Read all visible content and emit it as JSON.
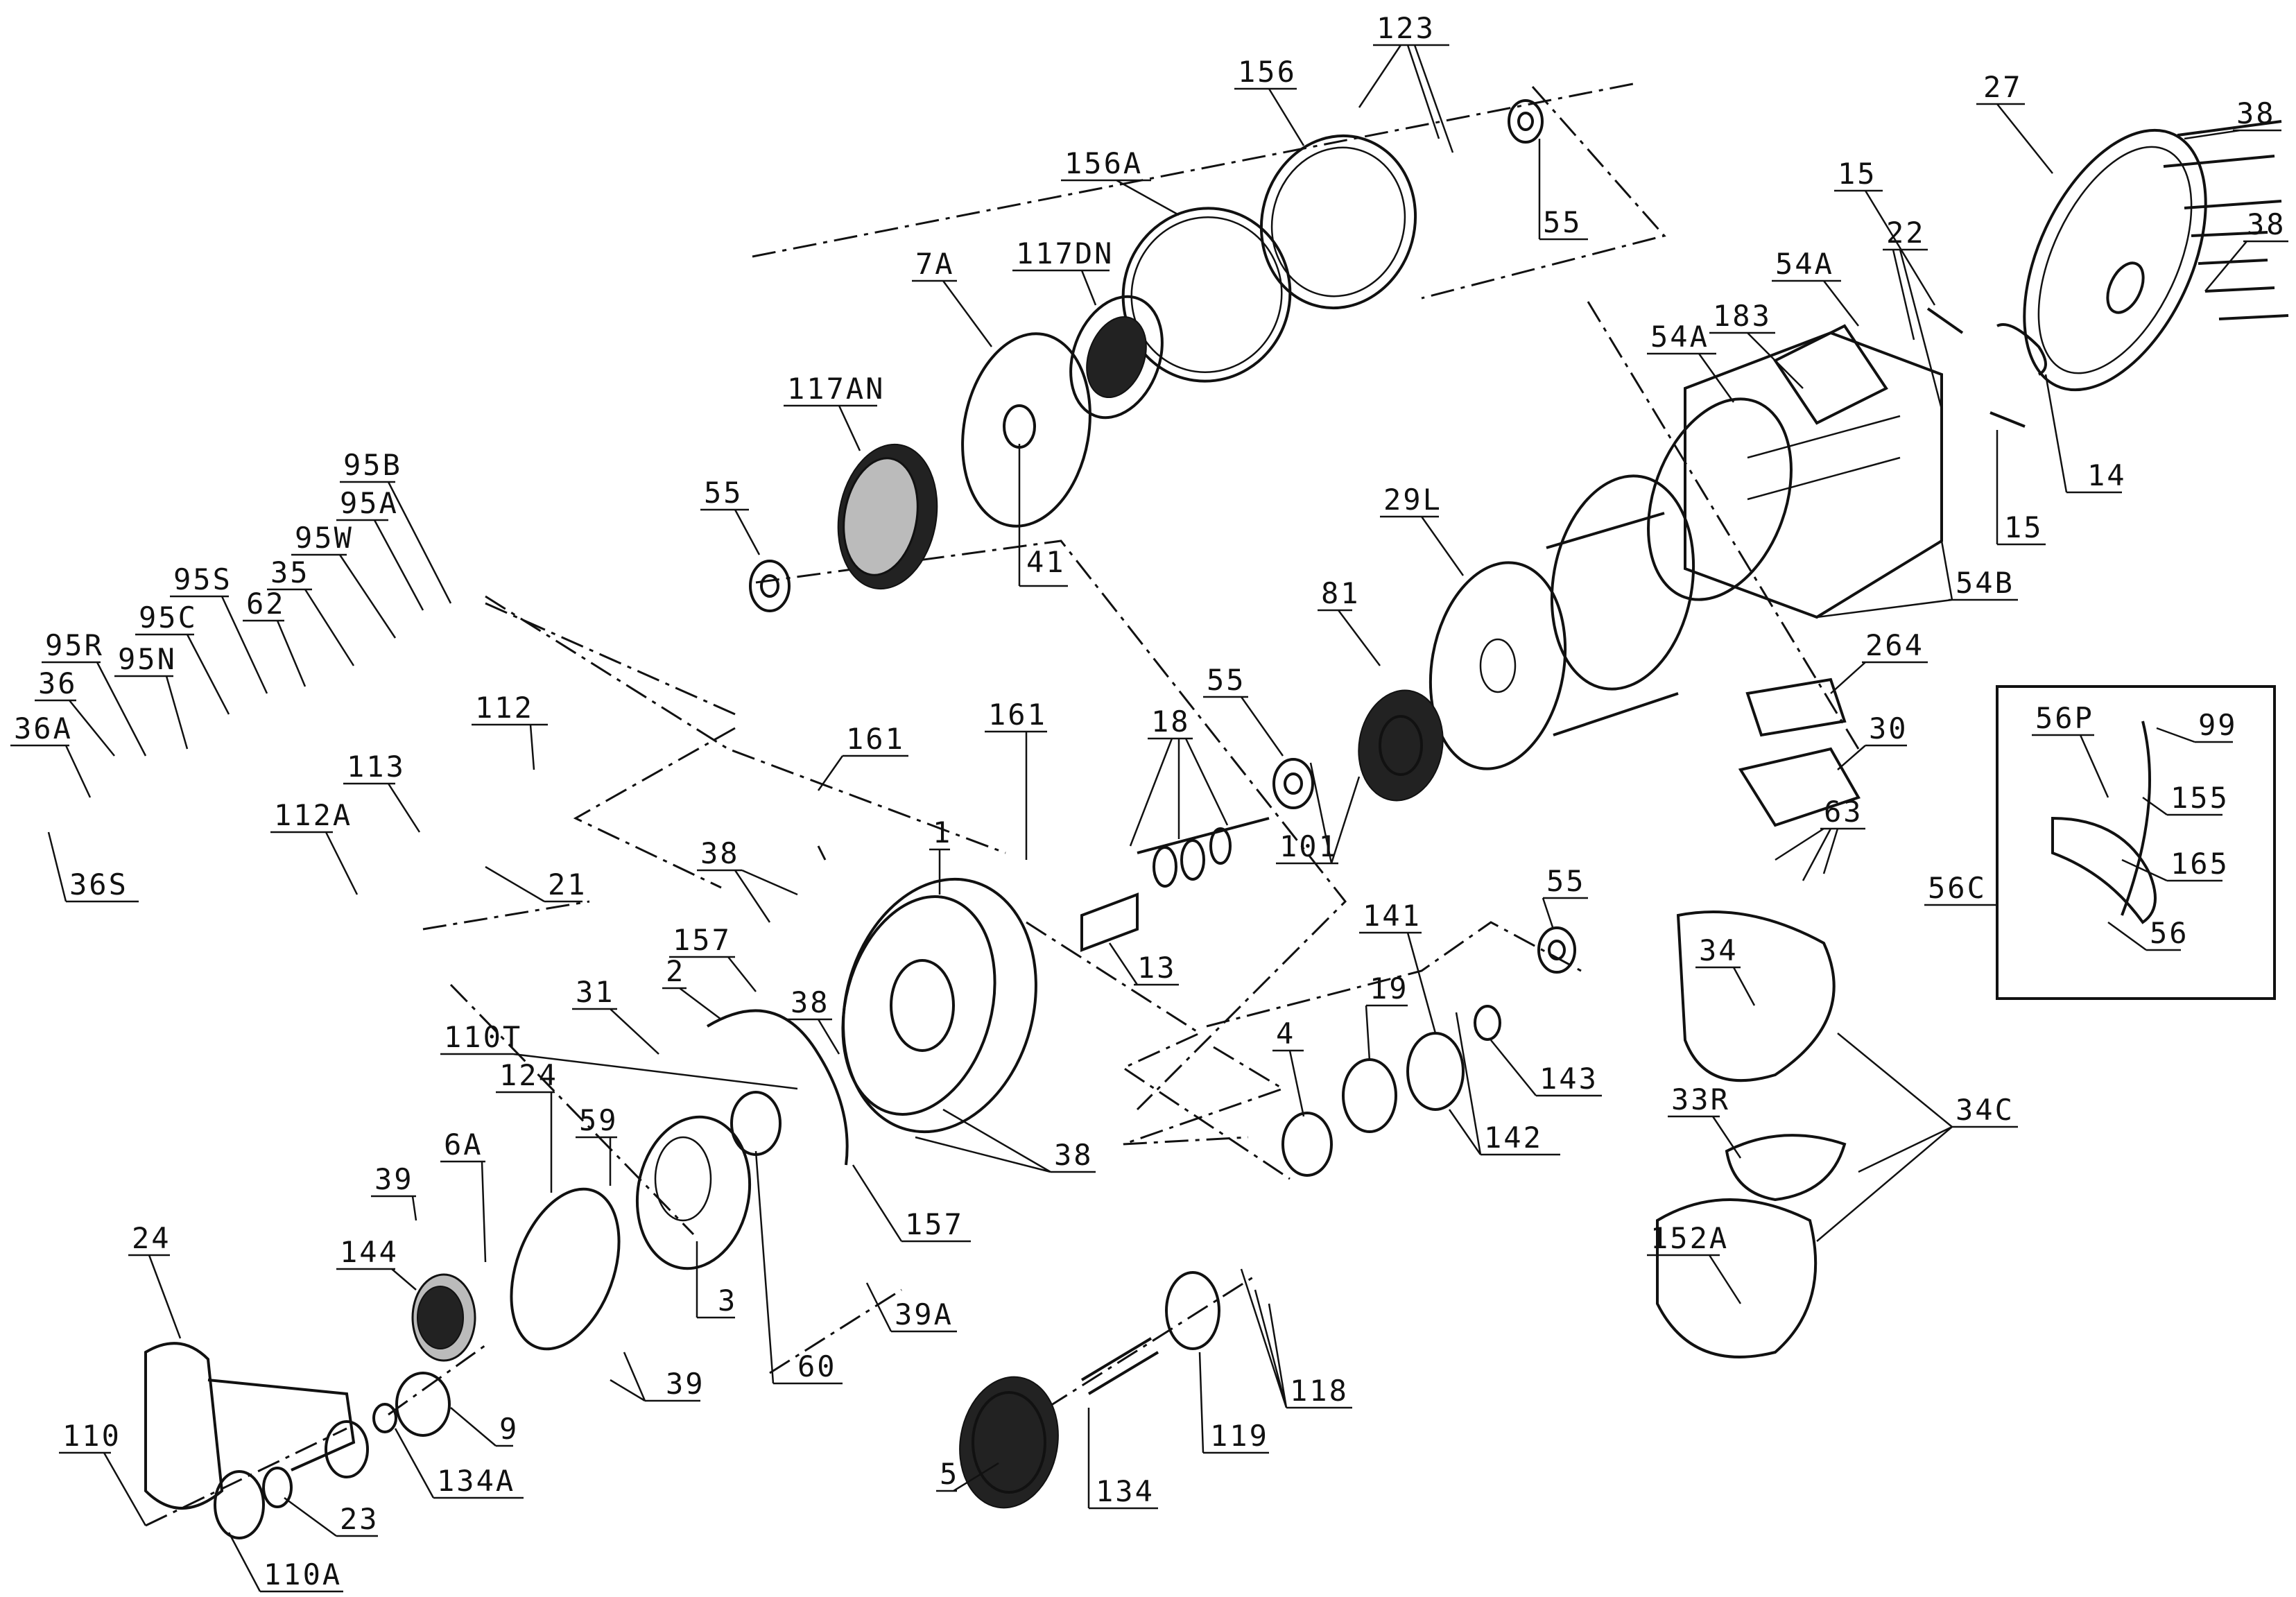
{
  "labels": [
    "123",
    "156",
    "156A",
    "55",
    "27",
    "38",
    "38",
    "15",
    "22",
    "54A",
    "183",
    "54A",
    "117DN",
    "7A",
    "117AN",
    "55",
    "41",
    "29L",
    "14",
    "15",
    "54B",
    "95B",
    "95A",
    "95W",
    "35",
    "62",
    "95S",
    "95C",
    "95R",
    "95N",
    "36",
    "36A",
    "36S",
    "112",
    "113",
    "112A",
    "21",
    "161",
    "161",
    "81",
    "55",
    "18",
    "101",
    "264",
    "30",
    "63",
    "56P",
    "99",
    "155",
    "56C",
    "165",
    "56",
    "38",
    "1",
    "157",
    "38",
    "31",
    "2",
    "110T",
    "13",
    "141",
    "55",
    "19",
    "4",
    "143",
    "142",
    "34",
    "34C",
    "33R",
    "152A",
    "124",
    "59",
    "6A",
    "39",
    "144",
    "3",
    "60",
    "38",
    "157",
    "39A",
    "24",
    "9",
    "39",
    "134A",
    "110",
    "23",
    "110A",
    "5",
    "134",
    "119",
    "118"
  ]
}
